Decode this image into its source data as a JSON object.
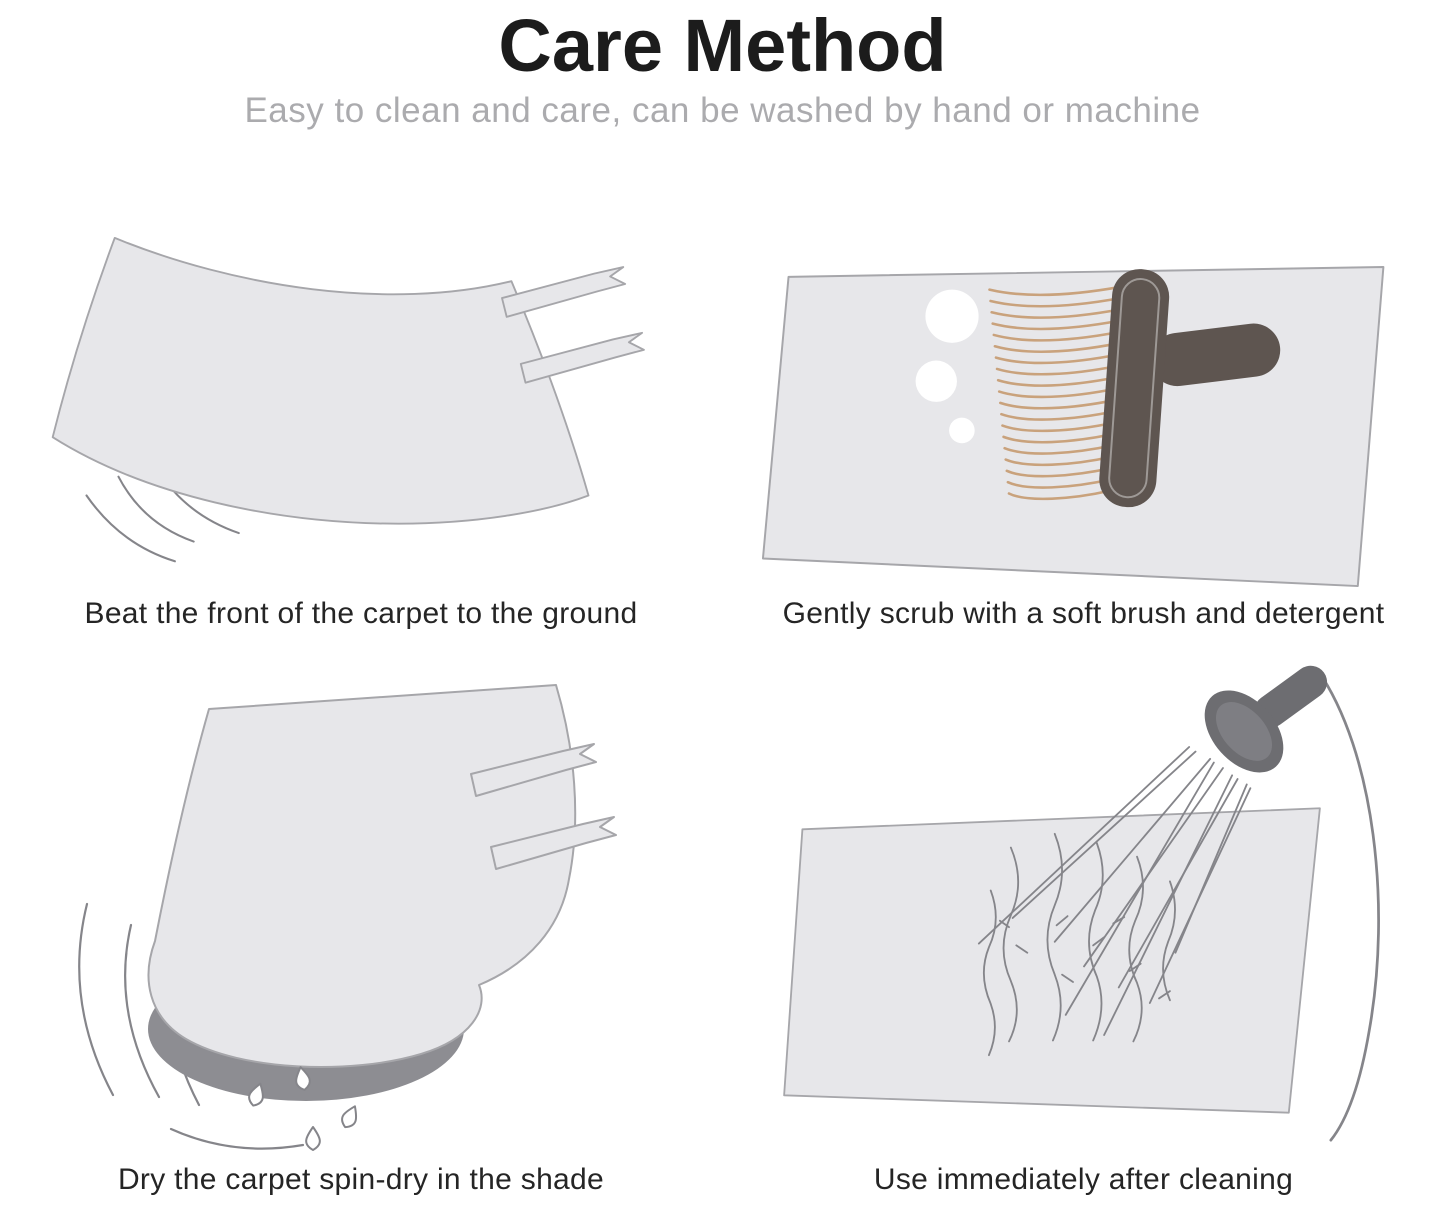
{
  "header": {
    "title": "Care Method",
    "subtitle": "Easy to clean and care, can be washed by hand or machine"
  },
  "steps": [
    {
      "illustration": "beat-carpet-icon",
      "caption": "Beat the front of the carpet to the ground"
    },
    {
      "illustration": "scrub-brush-icon",
      "caption": "Gently scrub with a soft brush and detergent"
    },
    {
      "illustration": "spin-dry-carpet-icon",
      "caption": "Dry the carpet spin-dry in the shade"
    },
    {
      "illustration": "shower-rinse-icon",
      "caption": "Use immediately after cleaning"
    }
  ],
  "colors": {
    "title": "#1c1c1c",
    "subtitle": "#ababae",
    "caption": "#252525",
    "carpet_fill": "#e7e7ea",
    "carpet_stroke": "#a6a6aa",
    "roll": "#8d8d92",
    "brush_body": "#5e5550",
    "bristle": "#c9a27c",
    "shower": "#6d6d71",
    "line": "#85858a",
    "foam": "#ffffff"
  }
}
